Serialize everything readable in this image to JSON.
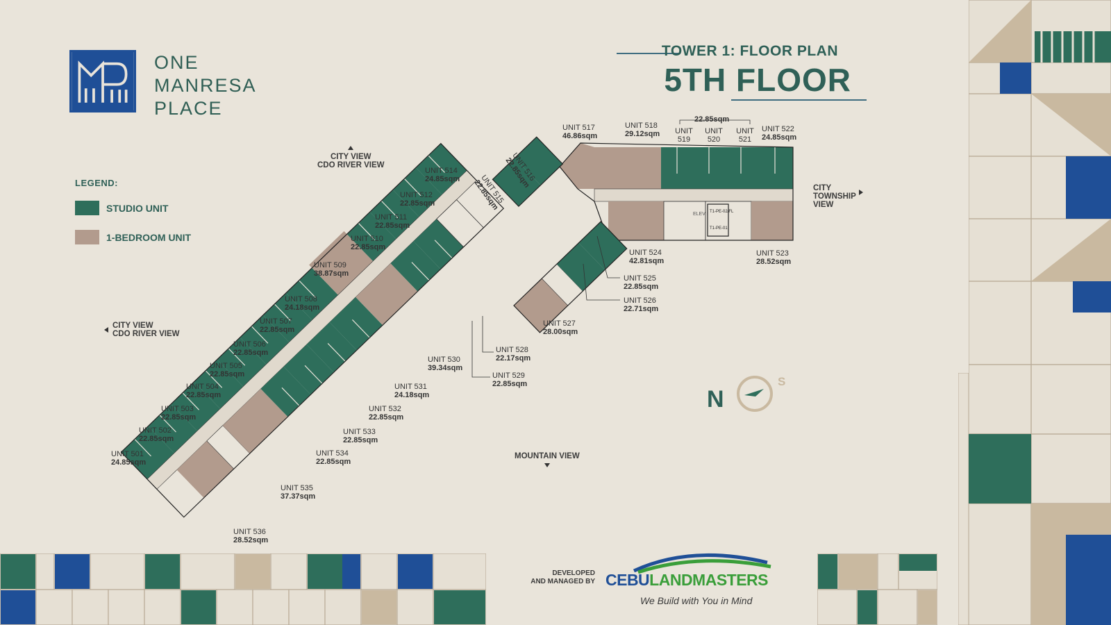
{
  "brand": {
    "name_line1": "ONE",
    "name_line2": "MANRESA",
    "name_line3": "PLACE"
  },
  "title": {
    "sub": "TOWER 1: FLOOR PLAN",
    "main": "5TH FLOOR"
  },
  "legend": {
    "title": "LEGEND:",
    "items": [
      {
        "label": "STUDIO UNIT",
        "color": "#2e6e5b"
      },
      {
        "label": "1-BEDROOM UNIT",
        "color": "#b29b8d"
      }
    ]
  },
  "views": {
    "top": {
      "line1": "CITY VIEW",
      "line2": "CDO RIVER VIEW"
    },
    "left": {
      "line1": "CITY VIEW",
      "line2": "CDO RIVER VIEW"
    },
    "right": {
      "line1": "CITY",
      "line2": "TOWNSHIP",
      "line3": "VIEW"
    },
    "bottom": {
      "line1": "MOUNTAIN VIEW"
    }
  },
  "compass": {
    "n": "N",
    "s": "S"
  },
  "shared_area_bracket": "22.85sqm",
  "core_labels": {
    "elev_lobby": "ELEV LOBBY",
    "pe1": "T1-PE-01",
    "pe2": "T1-PE-02/FL"
  },
  "units": [
    {
      "id": "UNIT 501",
      "area": "24.85sqm"
    },
    {
      "id": "UNIT 502",
      "area": "22.85sqm"
    },
    {
      "id": "UNIT 503",
      "area": "22.85sqm"
    },
    {
      "id": "UNIT 504",
      "area": "22.85sqm"
    },
    {
      "id": "UNIT 505",
      "area": "22.85sqm"
    },
    {
      "id": "UNIT 506",
      "area": "22.85sqm"
    },
    {
      "id": "UNIT 507",
      "area": "22.85sqm"
    },
    {
      "id": "UNIT 508",
      "area": "24.18sqm"
    },
    {
      "id": "UNIT 509",
      "area": "38.87sqm"
    },
    {
      "id": "UNIT 510",
      "area": "22.85sqm"
    },
    {
      "id": "UNIT 511",
      "area": "22.85sqm"
    },
    {
      "id": "UNIT 512",
      "area": "22.85sqm"
    },
    {
      "id": "UNIT 514",
      "area": "24.85sqm"
    },
    {
      "id": "UNIT 515",
      "area": "22.85sqm"
    },
    {
      "id": "UNIT 516",
      "area": "22.85sqm"
    },
    {
      "id": "UNIT 517",
      "area": "46.86sqm"
    },
    {
      "id": "UNIT 518",
      "area": "29.12sqm"
    },
    {
      "id": "UNIT 519",
      "area": ""
    },
    {
      "id": "UNIT 520",
      "area": ""
    },
    {
      "id": "UNIT 521",
      "area": ""
    },
    {
      "id": "UNIT 522",
      "area": "24.85sqm"
    },
    {
      "id": "UNIT 523",
      "area": "28.52sqm"
    },
    {
      "id": "UNIT 524",
      "area": "42.81sqm"
    },
    {
      "id": "UNIT 525",
      "area": "22.85sqm"
    },
    {
      "id": "UNIT 526",
      "area": "22.71sqm"
    },
    {
      "id": "UNIT 527",
      "area": "28.00sqm"
    },
    {
      "id": "UNIT 528",
      "area": "22.17sqm"
    },
    {
      "id": "UNIT 529",
      "area": "22.85sqm"
    },
    {
      "id": "UNIT 530",
      "area": "39.34sqm"
    },
    {
      "id": "UNIT 531",
      "area": "24.18sqm"
    },
    {
      "id": "UNIT 532",
      "area": "22.85sqm"
    },
    {
      "id": "UNIT 533",
      "area": "22.85sqm"
    },
    {
      "id": "UNIT 534",
      "area": "22.85sqm"
    },
    {
      "id": "UNIT 535",
      "area": "37.37sqm"
    },
    {
      "id": "UNIT 536",
      "area": "28.52sqm"
    }
  ],
  "developer": {
    "label_line1": "DEVELOPED",
    "label_line2": "AND MANAGED BY",
    "name_part1": "CEBU",
    "name_part2": "LANDMASTERS",
    "tagline": "We Build with You in Mind"
  }
}
